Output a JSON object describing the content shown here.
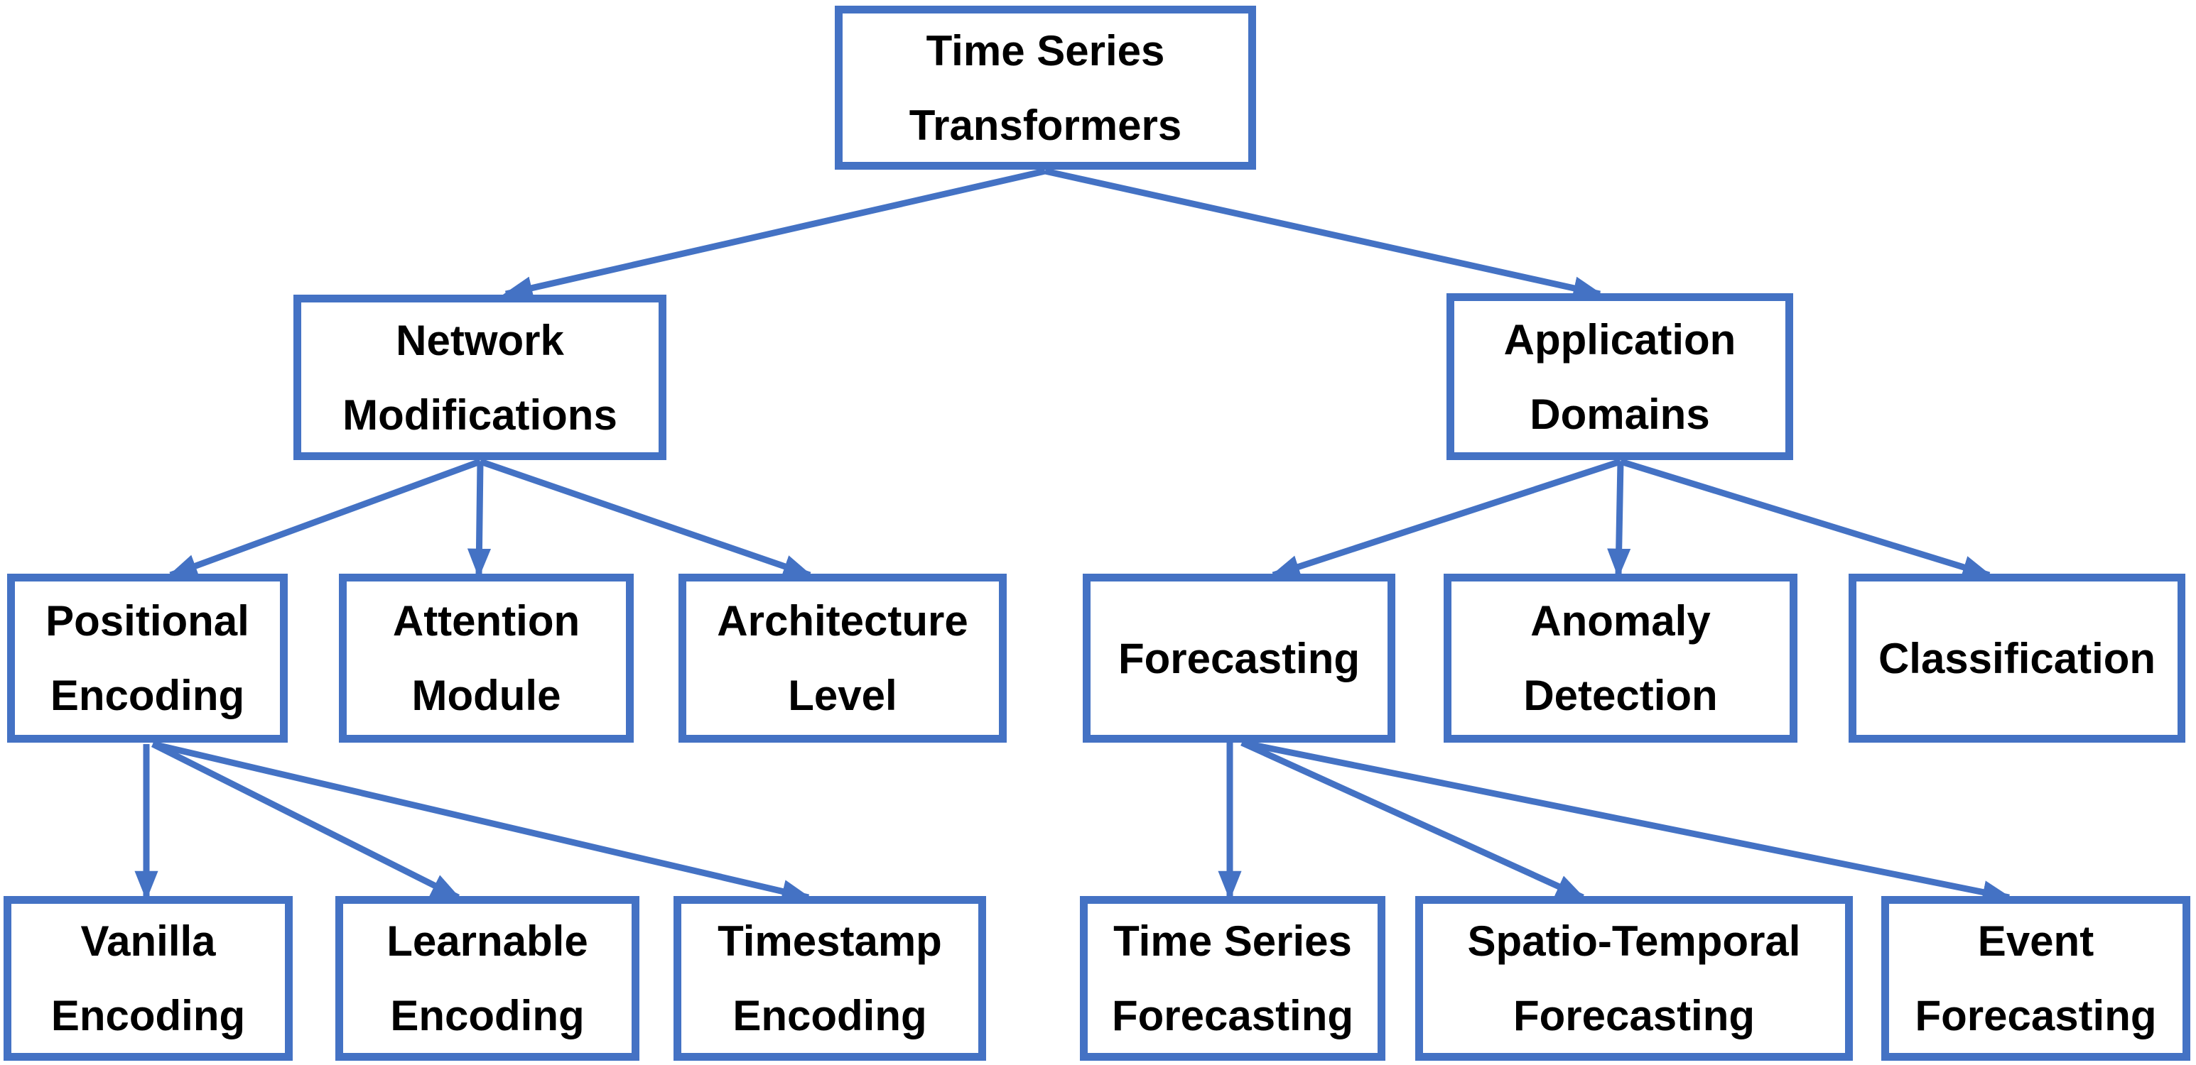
{
  "diagram": {
    "type": "taxonomy-tree",
    "accent_color": "#4472C4",
    "text_color": "#000000",
    "background_color": "#FFFFFF",
    "nodes": {
      "root": "Time Series Transformers",
      "network_modifications": "Network Modifications",
      "application_domains": "Application Domains",
      "positional_encoding": "Positional Encoding",
      "attention_module": "Attention Module",
      "architecture_level": "Architecture Level",
      "forecasting": "Forecasting",
      "anomaly_detection": "Anomaly Detection",
      "classification": "Classification",
      "vanilla_encoding": "Vanilla Encoding",
      "learnable_encoding": "Learnable Encoding",
      "timestamp_encoding": "Timestamp Encoding",
      "time_series_forecasting": "Time Series Forecasting",
      "spatio_temporal_forecasting": "Spatio-Temporal Forecasting",
      "event_forecasting": "Event Forecasting"
    },
    "edges": [
      {
        "from": "root",
        "to": "network_modifications"
      },
      {
        "from": "root",
        "to": "application_domains"
      },
      {
        "from": "network_modifications",
        "to": "positional_encoding"
      },
      {
        "from": "network_modifications",
        "to": "attention_module"
      },
      {
        "from": "network_modifications",
        "to": "architecture_level"
      },
      {
        "from": "application_domains",
        "to": "forecasting"
      },
      {
        "from": "application_domains",
        "to": "anomaly_detection"
      },
      {
        "from": "application_domains",
        "to": "classification"
      },
      {
        "from": "positional_encoding",
        "to": "vanilla_encoding"
      },
      {
        "from": "positional_encoding",
        "to": "learnable_encoding"
      },
      {
        "from": "positional_encoding",
        "to": "timestamp_encoding"
      },
      {
        "from": "forecasting",
        "to": "time_series_forecasting"
      },
      {
        "from": "forecasting",
        "to": "spatio_temporal_forecasting"
      },
      {
        "from": "forecasting",
        "to": "event_forecasting"
      }
    ]
  }
}
